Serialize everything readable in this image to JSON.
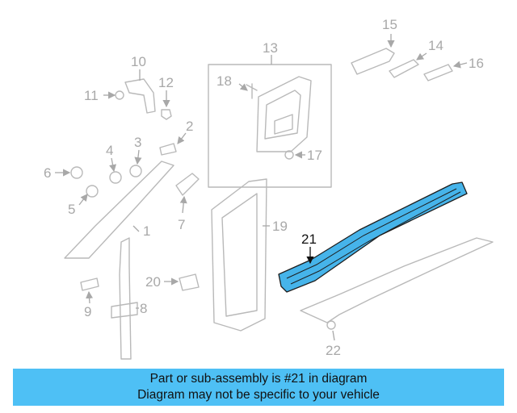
{
  "callouts": {
    "c1": "1",
    "c2": "2",
    "c3": "3",
    "c4": "4",
    "c5": "5",
    "c6": "6",
    "c7": "7",
    "c8": "8",
    "c9": "9",
    "c10": "10",
    "c11": "11",
    "c12": "12",
    "c13": "13",
    "c14": "14",
    "c15": "15",
    "c16": "16",
    "c17": "17",
    "c18": "18",
    "c19": "19",
    "c20": "20",
    "c21": "21",
    "c22": "22"
  },
  "highlight": {
    "part": "21",
    "color": "#46b4ea"
  },
  "banner": {
    "line1": "Part or sub-assembly is #21 in diagram",
    "line2": "Diagram may not be specific to your vehicle",
    "color": "#4ec0f5"
  }
}
